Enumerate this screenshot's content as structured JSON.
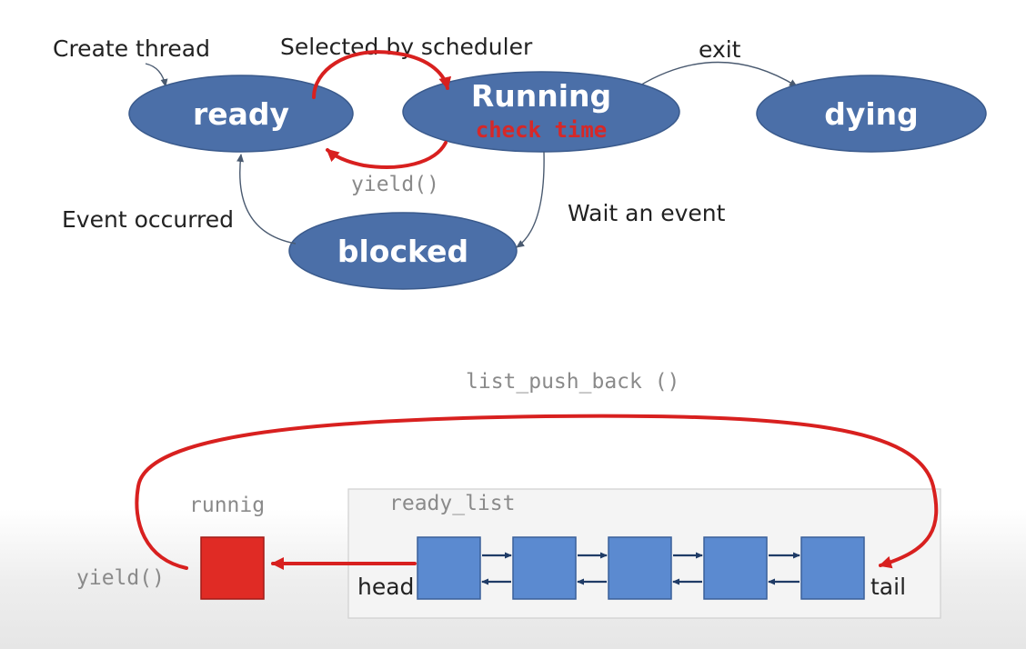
{
  "states": {
    "ready": "ready",
    "running": "Running",
    "running_note": "check time",
    "dying": "dying",
    "blocked": "blocked"
  },
  "transitions": {
    "create": "Create thread",
    "selected": "Selected by scheduler",
    "exit": "exit",
    "yield": "yield()",
    "event_occurred": "Event occurred",
    "wait_event": "Wait an event"
  },
  "list_diagram": {
    "push_back": "list_push_back ()",
    "running_label": "runnig",
    "ready_list_label": "ready_list",
    "head": "head",
    "tail": "tail",
    "yield": "yield()",
    "node_count": 5
  },
  "colors": {
    "state_fill": "#4b6fa8",
    "node_fill": "#5b8ad0",
    "running_box": "#e02b25",
    "annotation_red": "#d8201f"
  }
}
